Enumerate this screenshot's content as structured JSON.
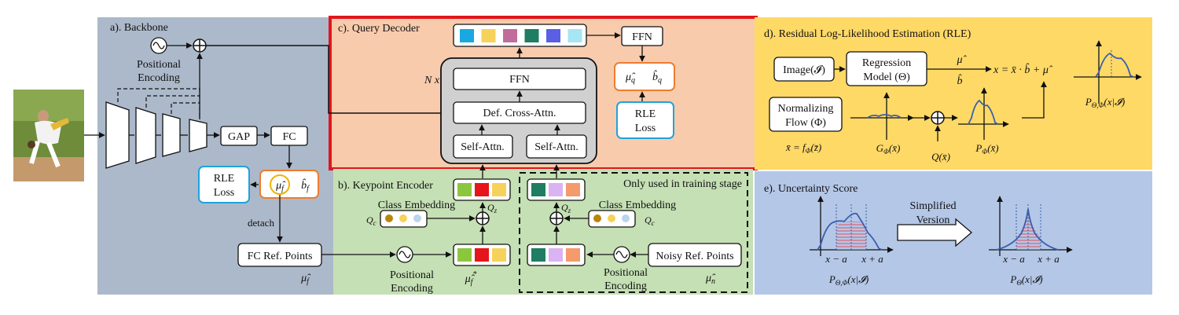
{
  "panels": {
    "backbone": {
      "title": "a). Backbone"
    },
    "query_decoder": {
      "title": "c). Query Decoder"
    },
    "keypoint_encoder": {
      "title": "b). Keypoint Encoder",
      "note": "Only used in training stage"
    },
    "rle": {
      "title": "d). Residual Log-Likelihood Estimation (RLE)"
    },
    "uncertainty": {
      "title": "e). Uncertainty Score"
    }
  },
  "backbone": {
    "pos_enc_line1": "Positional",
    "pos_enc_line2": "Encoding",
    "gap": "GAP",
    "fc": "FC",
    "rle_loss_line1": "RLE",
    "rle_loss_line2": "Loss",
    "mu_f": "μ̂",
    "mu_f_sub": "f",
    "b_f": "b̂",
    "b_f_sub": "f",
    "detach": "detach",
    "fc_ref_points": "FC Ref. Points",
    "mu_f_label": "μ̂",
    "mu_f_label_sub": "f"
  },
  "decoder": {
    "ffn_inner": "FFN",
    "cross_attn": "Def. Cross-Attn.",
    "self_attn_left": "Self-Attn.",
    "self_attn_right": "Self-Attn.",
    "n_times": "N x",
    "ffn_out": "FFN",
    "mu_q": "μ̂",
    "mu_q_sub": "q",
    "b_q": "b̂",
    "b_q_sub": "q",
    "rle_loss_line1": "RLE",
    "rle_loss_line2": "Loss",
    "query_colors": [
      "#19a9e0",
      "#f7d25a",
      "#c06d9c",
      "#1e7d62",
      "#5b5fe6",
      "#a6e5f3"
    ]
  },
  "encoder": {
    "class_embedding_left": "Class Embedding",
    "class_embedding_right": "Class Embedding",
    "qc_left": "Q",
    "qc_left_sub": "c",
    "qc_right": "Q",
    "qc_right_sub": "c",
    "qz_left": "Q",
    "qz_left_sub": "z",
    "qz_right": "Q",
    "qz_right_sub": "z",
    "pos_enc_left_line1": "Positional",
    "pos_enc_left_line2": "Encoding",
    "pos_enc_right_line1": "Positional",
    "pos_enc_right_line2": "Encoding",
    "mu_f_star": "μ̂",
    "mu_f_star_sub": "f",
    "mu_f_star_sup": "*",
    "noisy_ref_points": "Noisy Ref. Points",
    "mu_n": "μ̂",
    "mu_n_sub": "n",
    "left_colors": [
      "#8cc63f",
      "#e6141b",
      "#f7d25a"
    ],
    "right_colors": [
      "#1e7d62",
      "#d9b3f2",
      "#f59a6c"
    ],
    "class_dot_colors": [
      "#b8860b",
      "#f7d25a",
      "#bcd4ee"
    ]
  },
  "rle": {
    "image": "Image(𝓘)",
    "regression_line1": "Regression",
    "regression_line2": "Model (Θ)",
    "mu_hat": "μ̂",
    "b_hat": "b̂",
    "formula": "x = x̄ · b̂ + μ̂",
    "flow_line1": "Normalizing",
    "flow_line2": "Flow (Φ)",
    "x_bar_eq": "x̄ = f",
    "x_bar_eq_sub": "Φ",
    "x_bar_eq_tail": "(z̄)",
    "g_phi": "G",
    "g_phi_sub": "Φ",
    "g_phi_tail": "(x̄)",
    "q_xbar": "Q(x̄)",
    "p_phi": "P",
    "p_phi_sub": "Φ",
    "p_phi_tail": "(x̄)",
    "p_theta_phi": "P",
    "p_theta_phi_sub": "Θ,Φ",
    "p_theta_phi_tail": "(x|𝓘)"
  },
  "uncertainty": {
    "left_minus": "x − a",
    "left_plus": "x + a",
    "simplified_line1": "Simplified",
    "simplified_line2": "Version",
    "right_minus": "x − a",
    "right_plus": "x + a",
    "left_caption": "P",
    "left_caption_sub": "Θ,Φ",
    "left_caption_tail": "(x|𝓘)",
    "right_caption": "P",
    "right_caption_sub": "Θ",
    "right_caption_tail": "(x|𝓘)"
  },
  "colors": {
    "backbone_bg": "#acb9ca",
    "decoder_bg": "#f8cbad",
    "decoder_border": "#e0161b",
    "encoder_bg": "#c5e0b4",
    "rle_bg": "#ffd966",
    "uncertainty_bg": "#b4c7e7",
    "blue_border": "#1fa3dc",
    "orange_border": "#ed7d31",
    "curve_blue": "#3a5fad"
  }
}
